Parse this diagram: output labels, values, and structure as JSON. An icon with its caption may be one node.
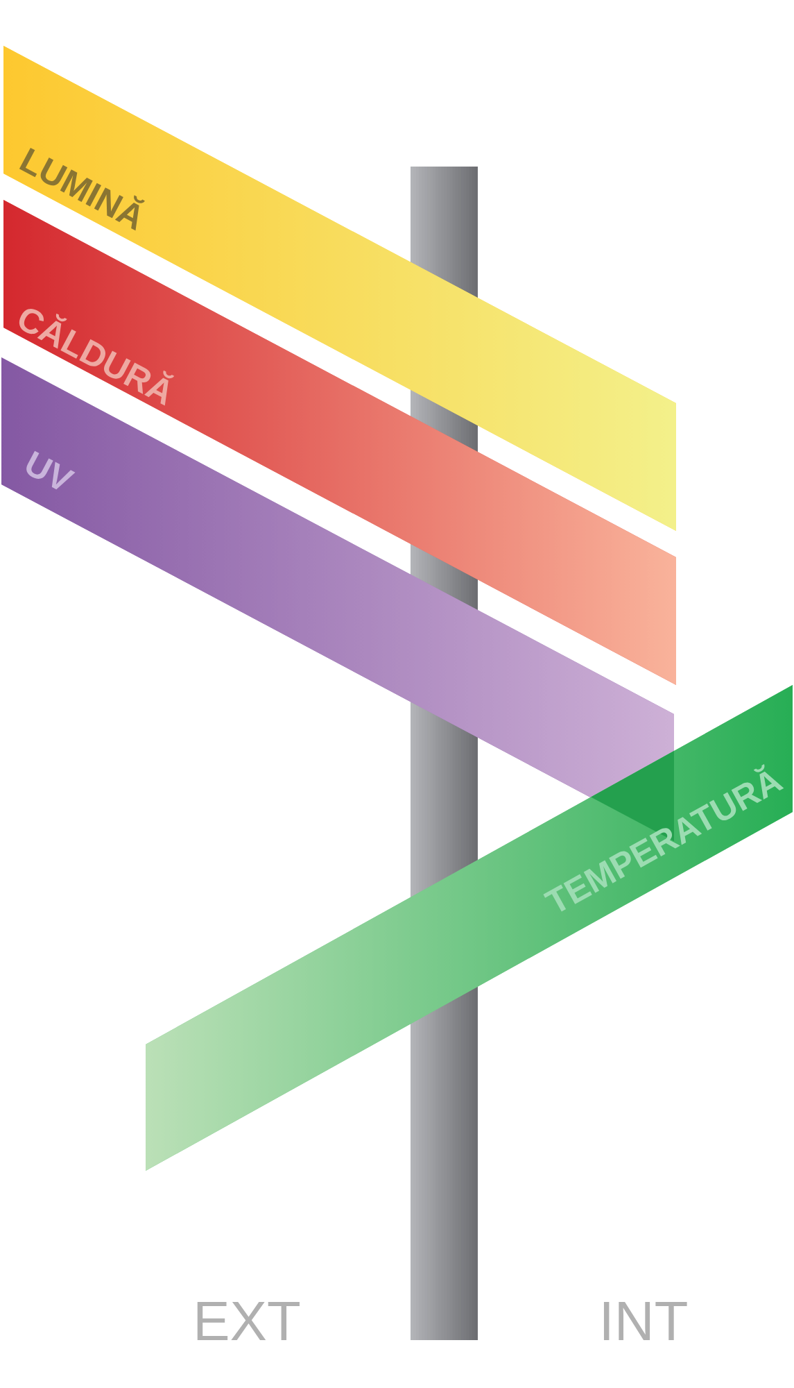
{
  "diagram": {
    "nodes": [
      {
        "text": [
          "LUMINĂ"
        ]
      },
      {
        "text": [
          "CĂLDURĂ"
        ]
      },
      {
        "text": [
          "UV"
        ]
      },
      {
        "text": [
          "TEMPERATURĂ"
        ]
      }
    ],
    "labels": [
      "EXT",
      "INT"
    ]
  }
}
